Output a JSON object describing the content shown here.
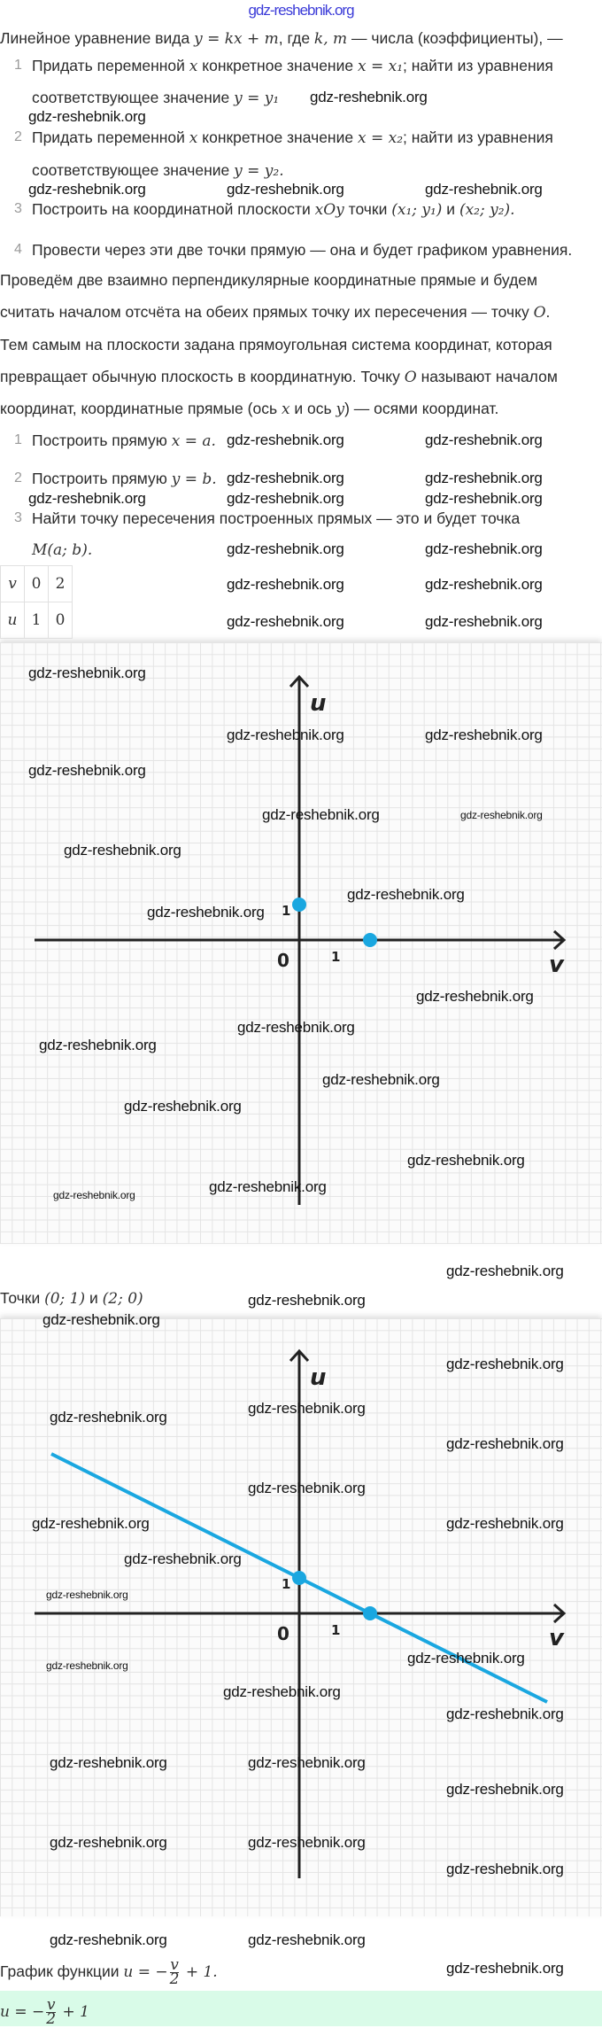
{
  "watermark": "gdz-reshebnik.org",
  "header": {
    "site_link": "gdz-reshebnik.org"
  },
  "text": {
    "intro": [
      {
        "t": "Линейное уравнение вида "
      },
      {
        "t": "y = kx + m",
        "m": 1
      },
      {
        "t": ", где "
      },
      {
        "t": "k,  m",
        "m": 1
      },
      {
        "t": " — числа (коэффициенты), —"
      }
    ],
    "steps1": [
      {
        "n": "1",
        "lines": [
          [
            {
              "t": "Придать переменной "
            },
            {
              "t": "x",
              "m": 1
            },
            {
              "t": " конкретное значение "
            },
            {
              "t": "x = x₁",
              "m": 1
            },
            {
              "t": "; найти из уравнения"
            }
          ],
          [
            {
              "t": "соответствующее значение "
            },
            {
              "t": "y = y₁",
              "m": 1
            }
          ]
        ]
      },
      {
        "n": "2",
        "lines": [
          [
            {
              "t": "Придать переменной "
            },
            {
              "t": "x",
              "m": 1
            },
            {
              "t": " конкретное значение "
            },
            {
              "t": "x = x₂",
              "m": 1
            },
            {
              "t": "; найти из уравнения"
            }
          ],
          [
            {
              "t": "соответствующее значение "
            },
            {
              "t": "y = y₂.",
              "m": 1
            }
          ]
        ]
      },
      {
        "n": "3",
        "lines": [
          [
            {
              "t": "Построить на координатной плоскости "
            },
            {
              "t": "xOy",
              "m": 1
            },
            {
              "t": " точки "
            },
            {
              "t": "(x₁;  y₁)",
              "m": 1
            },
            {
              "t": " и "
            },
            {
              "t": "(x₂;  y₂).",
              "m": 1
            }
          ]
        ]
      },
      {
        "n": "4",
        "lines": [
          [
            {
              "t": "Провести через эти две точки прямую — она и будет графиком уравнения."
            }
          ]
        ]
      }
    ],
    "para": [
      [
        {
          "t": "Проведём две взаимно перпендикулярные координатные прямые и будем"
        }
      ],
      [
        {
          "t": "считать началом отсчёта на обеих прямых точку их пересечения — точку "
        },
        {
          "t": "O",
          "m": 1
        },
        {
          "t": "."
        }
      ],
      [
        {
          "t": "Тем самым на плоскости задана прямоугольная система координат, которая"
        }
      ],
      [
        {
          "t": "превращает обычную плоскость в координатную. Точку "
        },
        {
          "t": "O",
          "m": 1
        },
        {
          "t": " называют началом"
        }
      ],
      [
        {
          "t": "координат, координатные прямые (ось "
        },
        {
          "t": "x",
          "m": 1
        },
        {
          "t": " и ось "
        },
        {
          "t": "y",
          "m": 1
        },
        {
          "t": ") — осями координат."
        }
      ]
    ],
    "steps2": [
      {
        "n": "1",
        "lines": [
          [
            {
              "t": "Построить прямую "
            },
            {
              "t": "x = a.",
              "m": 1
            }
          ]
        ]
      },
      {
        "n": "2",
        "lines": [
          [
            {
              "t": "Построить прямую "
            },
            {
              "t": "y = b.",
              "m": 1
            }
          ]
        ]
      },
      {
        "n": "3",
        "lines": [
          [
            {
              "t": "Найти точку пересечения построенных прямых — это и будет точка"
            }
          ],
          [
            {
              "t": "M(a; b).",
              "m": 1
            }
          ]
        ]
      }
    ],
    "points_caption": [
      {
        "t": "Точки "
      },
      {
        "t": "(0;  1)",
        "m": 1
      },
      {
        "t": " и "
      },
      {
        "t": "(2;  0)",
        "m": 1
      }
    ],
    "graph_caption_prefix": "График функции ",
    "func_lhs": "u = −",
    "func_num": "v",
    "func_den": "2",
    "func_rhs": " + 1.",
    "box_rhs": " + 1"
  },
  "table": {
    "rows": [
      {
        "head": "v",
        "vals": [
          "0",
          "2"
        ]
      },
      {
        "head": "u",
        "vals": [
          "1",
          "0"
        ]
      }
    ]
  },
  "colors": {
    "accent": "#1aa7e0",
    "axis": "#222222",
    "box": "#d9fbe8",
    "link": "#3b3bd8"
  },
  "chart_data": [
    {
      "type": "scatter",
      "title": "",
      "xlabel": "v",
      "ylabel": "u",
      "origin_label": "0",
      "x_tick_label": "1",
      "y_tick_label": "1",
      "points": [
        {
          "x": 0,
          "y": 1
        },
        {
          "x": 2,
          "y": 0
        }
      ],
      "grid": true,
      "xlim": [
        -7.5,
        7.5
      ],
      "ylim": [
        -7,
        7
      ]
    },
    {
      "type": "line",
      "title": "",
      "xlabel": "v",
      "ylabel": "u",
      "origin_label": "0",
      "x_tick_label": "1",
      "y_tick_label": "1",
      "points": [
        {
          "x": 0,
          "y": 1
        },
        {
          "x": 2,
          "y": 0
        }
      ],
      "line": {
        "slope": -0.5,
        "intercept": 1,
        "x_range": [
          -7,
          7
        ]
      },
      "grid": true,
      "xlim": [
        -7.5,
        7.5
      ],
      "ylim": [
        -7,
        7
      ]
    }
  ]
}
